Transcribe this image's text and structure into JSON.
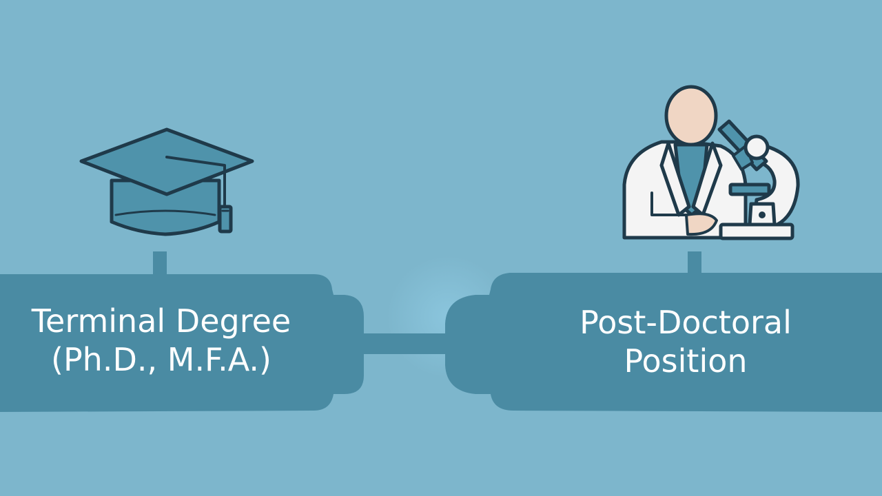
{
  "diagram": {
    "left_node": {
      "line1": "Terminal Degree",
      "line2": "(Ph.D., M.F.A.)",
      "icon": "graduation-cap-icon"
    },
    "right_node": {
      "line1": "Post-Doctoral",
      "line2": "Position",
      "icon": "scientist-microscope-icon"
    },
    "colors": {
      "background": "#7db6cc",
      "node_fill": "#4a8ba3",
      "icon_stroke": "#1f3a4a",
      "icon_fill": "#4f93ab",
      "skin": "#f0d6c4",
      "coat": "#f4f4f4",
      "text": "#ffffff"
    }
  }
}
